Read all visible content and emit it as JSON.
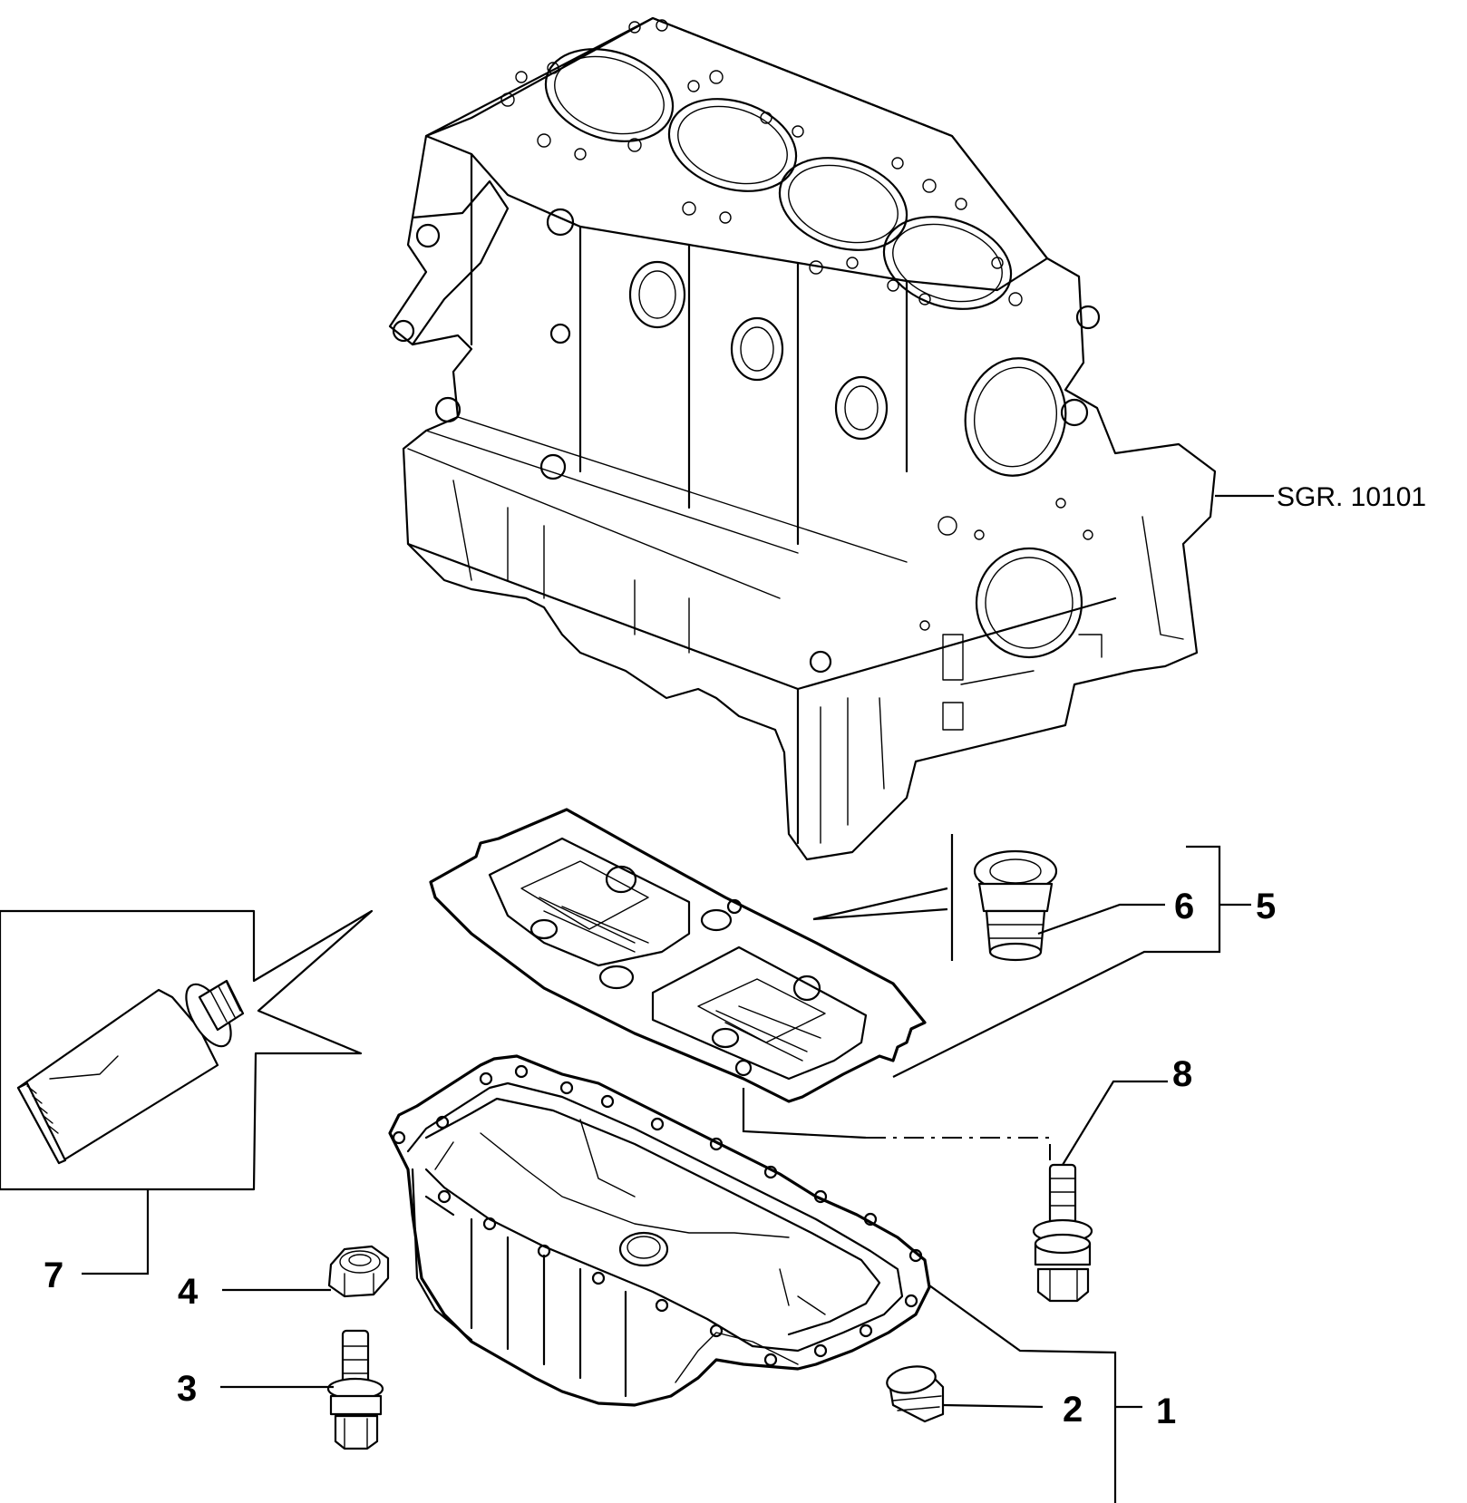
{
  "reference": {
    "label": "SGR. 10101"
  },
  "callouts": [
    {
      "id": "1",
      "label": "1"
    },
    {
      "id": "2",
      "label": "2"
    },
    {
      "id": "3",
      "label": "3"
    },
    {
      "id": "4",
      "label": "4"
    },
    {
      "id": "5",
      "label": "5"
    },
    {
      "id": "6",
      "label": "6"
    },
    {
      "id": "7",
      "label": "7"
    },
    {
      "id": "8",
      "label": "8"
    }
  ]
}
